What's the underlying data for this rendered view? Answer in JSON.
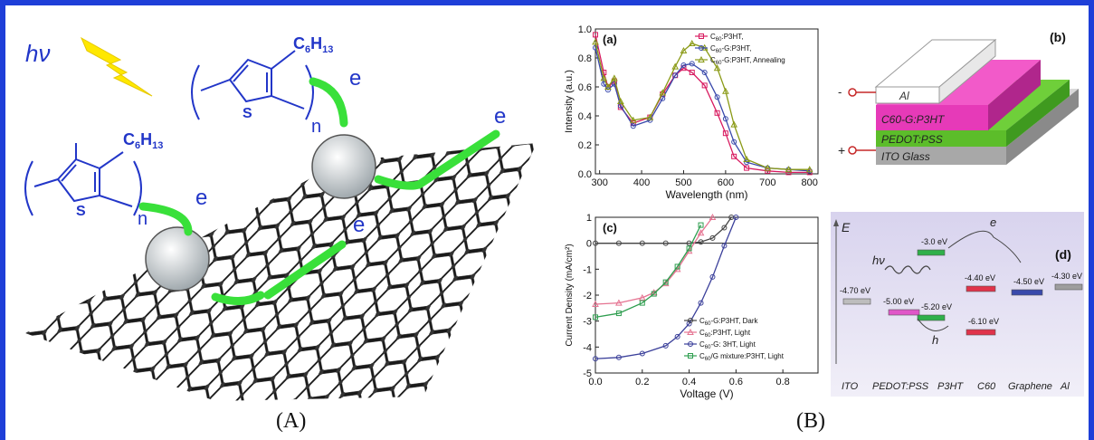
{
  "panel_A": {
    "caption": "(A)",
    "hv": "hν",
    "substituent": "C",
    "substituent_sub": "6",
    "substituent_h": "H",
    "substituent_hsub": "13",
    "sulfur": "S",
    "repeat_n": "n",
    "electron": "e"
  },
  "panel_B": {
    "caption": "(B)"
  },
  "chart_data": [
    {
      "type": "line",
      "panel_label": "(a)",
      "xlabel": "Wavelength (nm)",
      "ylabel": "Intensity (a.u.)",
      "xlim": [
        290,
        820
      ],
      "ylim": [
        0.0,
        1.0
      ],
      "xticks": [
        300,
        400,
        500,
        600,
        700,
        800
      ],
      "yticks": [
        0.0,
        0.2,
        0.4,
        0.6,
        0.8,
        1.0
      ],
      "legend": [
        "C60:P3HT,",
        "C60-G:P3HT,",
        "C60-G:P3HT, Annealing"
      ],
      "legend_placement": "top-right",
      "series": [
        {
          "name": "C60:P3HT,",
          "color": "#d81b60",
          "marker": "square",
          "x": [
            290,
            310,
            320,
            335,
            350,
            380,
            420,
            450,
            480,
            500,
            520,
            550,
            580,
            600,
            620,
            650,
            700,
            750,
            800
          ],
          "y": [
            0.96,
            0.7,
            0.6,
            0.64,
            0.46,
            0.35,
            0.39,
            0.55,
            0.68,
            0.73,
            0.7,
            0.61,
            0.42,
            0.28,
            0.12,
            0.04,
            0.02,
            0.01,
            0.01
          ]
        },
        {
          "name": "C60-G:P3HT,",
          "color": "#3949ab",
          "marker": "circle",
          "x": [
            290,
            310,
            320,
            335,
            350,
            380,
            420,
            450,
            480,
            500,
            520,
            550,
            580,
            600,
            620,
            650,
            700,
            750,
            800
          ],
          "y": [
            0.87,
            0.62,
            0.58,
            0.62,
            0.47,
            0.33,
            0.37,
            0.52,
            0.68,
            0.75,
            0.76,
            0.7,
            0.53,
            0.38,
            0.22,
            0.08,
            0.04,
            0.03,
            0.02
          ]
        },
        {
          "name": "C60-G:P3HT, Annealing",
          "color": "#8a9a16",
          "marker": "triangle",
          "x": [
            290,
            310,
            320,
            335,
            350,
            380,
            420,
            450,
            480,
            500,
            520,
            550,
            580,
            600,
            620,
            650,
            700,
            750,
            800
          ],
          "y": [
            0.91,
            0.66,
            0.6,
            0.66,
            0.5,
            0.37,
            0.39,
            0.56,
            0.74,
            0.85,
            0.9,
            0.87,
            0.73,
            0.57,
            0.34,
            0.1,
            0.04,
            0.03,
            0.03
          ]
        }
      ]
    },
    {
      "type": "line",
      "panel_label": "(c)",
      "xlabel": "Voltage (V)",
      "ylabel": "Current Density (mA/cm²)",
      "xlim": [
        0.0,
        0.95
      ],
      "ylim": [
        -5,
        1
      ],
      "xticks": [
        0.0,
        0.2,
        0.4,
        0.6,
        0.8
      ],
      "yticks": [
        -5,
        -4,
        -3,
        -2,
        -1,
        0,
        1
      ],
      "legend": [
        "C60-G:P3HT, Dark",
        "C60:P3HT, Light",
        "C60-G: 3HT, Light",
        "C60/G mixture:P3HT, Light"
      ],
      "legend_placement": "bottom-right",
      "series": [
        {
          "name": "C60-G:P3HT, Dark",
          "color": "#444444",
          "marker": "circle",
          "x": [
            0.0,
            0.1,
            0.2,
            0.3,
            0.4,
            0.45,
            0.5,
            0.55,
            0.58
          ],
          "y": [
            0.0,
            0.0,
            0.0,
            0.0,
            0.0,
            0.05,
            0.2,
            0.6,
            1.0
          ]
        },
        {
          "name": "C60:P3HT, Light",
          "color": "#e57391",
          "marker": "triangle",
          "x": [
            0.0,
            0.1,
            0.2,
            0.25,
            0.3,
            0.35,
            0.4,
            0.45,
            0.5
          ],
          "y": [
            -2.35,
            -2.3,
            -2.1,
            -1.9,
            -1.55,
            -1.0,
            -0.3,
            0.4,
            1.0
          ]
        },
        {
          "name": "C60-G: 3HT, Light",
          "color": "#3a3f9a",
          "marker": "circle",
          "x": [
            0.0,
            0.1,
            0.2,
            0.3,
            0.35,
            0.4,
            0.45,
            0.5,
            0.55,
            0.6
          ],
          "y": [
            -4.45,
            -4.4,
            -4.25,
            -3.95,
            -3.6,
            -3.1,
            -2.3,
            -1.3,
            -0.1,
            1.0
          ]
        },
        {
          "name": "C60/G mixture:P3HT, Light",
          "color": "#2e9e4f",
          "marker": "square",
          "x": [
            0.0,
            0.1,
            0.2,
            0.25,
            0.3,
            0.35,
            0.4,
            0.45
          ],
          "y": [
            -2.85,
            -2.7,
            -2.3,
            -1.95,
            -1.5,
            -0.9,
            -0.2,
            0.7
          ]
        }
      ]
    }
  ],
  "device": {
    "panel_label": "(b)",
    "layers": [
      "Al",
      "C60-G:P3HT",
      "PEDOT:PSS",
      "ITO Glass"
    ],
    "minus": "-",
    "plus": "+"
  },
  "energy": {
    "panel_label": "(d)",
    "axis_label": "E",
    "hv": "hν",
    "e": "e",
    "h": "h",
    "levels": [
      {
        "label": "-4.70 eV",
        "color": "#bdbdbd"
      },
      {
        "label": "-5.00 eV",
        "color": "#e056c8"
      },
      {
        "label": "-3.0 eV",
        "color": "#2fb04a"
      },
      {
        "label": "-5.20 eV",
        "color": "#2fb04a"
      },
      {
        "label": "-4.40 eV",
        "color": "#e0334a"
      },
      {
        "label": "-6.10 eV",
        "color": "#e0334a"
      },
      {
        "label": "-4.50 eV",
        "color": "#3949ab"
      },
      {
        "label": "-4.30 eV",
        "color": "#9e9e9e"
      }
    ],
    "materials": [
      "ITO",
      "PEDOT:PSS",
      "P3HT",
      "C60",
      "Graphene",
      "Al"
    ]
  }
}
